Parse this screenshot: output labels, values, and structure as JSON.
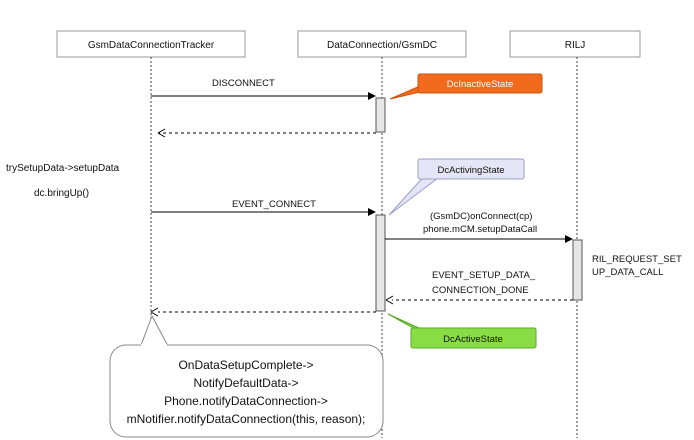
{
  "lifelines": {
    "tracker": "GsmDataConnectionTracker",
    "dc": "DataConnection/GsmDC",
    "rilj": "RILJ"
  },
  "messages": {
    "disconnect": "DISCONNECT",
    "event_connect": "EVENT_CONNECT",
    "onconnect_line1": "(GsmDC)onConnect(cp)",
    "onconnect_line2": "phone.mCM.setupDataCall",
    "ril_request_line1": "RIL_REQUEST_SET",
    "ril_request_line2": "UP_DATA_CALL",
    "setup_done_line1": "EVENT_SETUP_DATA_",
    "setup_done_line2": "CONNECTION_DONE"
  },
  "side_labels": {
    "try_setup": "trySetupData->setupData",
    "bring_up": "dc.bringUp()"
  },
  "states": {
    "inactive": "DcInactiveState",
    "activing": "DcActivingState",
    "active": "DcActiveState"
  },
  "state_colors": {
    "inactive": "#f26b1d",
    "activing": "#e4e6f8",
    "active": "#88dd44"
  },
  "note": {
    "line1": "OnDataSetupComplete->",
    "line2": "NotifyDefaultData->",
    "line3": "Phone.notifyDataConnection->",
    "line4": "mNotifier.notifyDataConnection(this,  reason);"
  }
}
